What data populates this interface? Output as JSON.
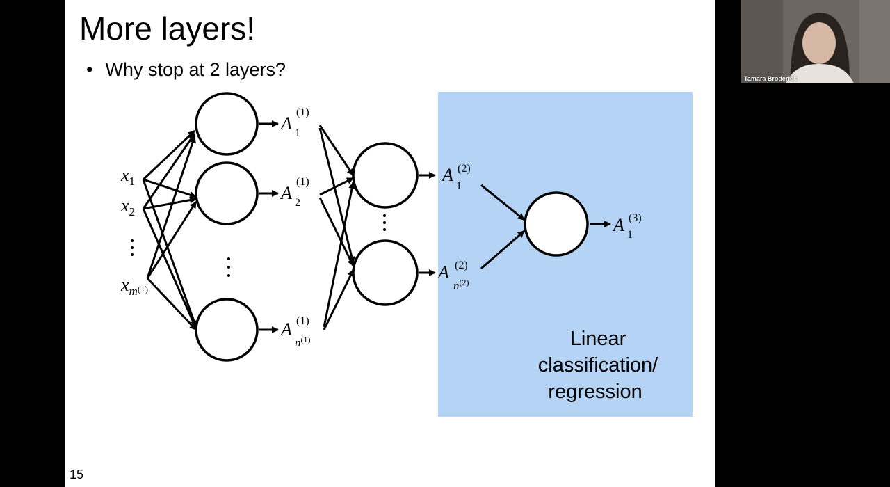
{
  "slide": {
    "title": "More layers!",
    "bullet": "Why stop at 2 layers?",
    "page_number": "15"
  },
  "diagram": {
    "inputs": [
      {
        "base": "x",
        "sub": "1"
      },
      {
        "base": "x",
        "sub": "2"
      },
      {
        "base": "x",
        "sub": "m",
        "subsup": "(1)"
      }
    ],
    "layer1_outputs": [
      {
        "base": "A",
        "sup": "(1)",
        "sub": "1"
      },
      {
        "base": "A",
        "sup": "(1)",
        "sub": "2"
      },
      {
        "base": "A",
        "sup": "(1)",
        "sub": "n",
        "subsup": "(1)"
      }
    ],
    "layer2_outputs": [
      {
        "base": "A",
        "sup": "(2)",
        "sub": "1"
      },
      {
        "base": "A",
        "sup": "(2)",
        "sub": "n",
        "subsup": "(2)"
      }
    ],
    "layer3_output": {
      "base": "A",
      "sup": "(3)",
      "sub": "1"
    },
    "box_label": [
      "Linear",
      "classification/",
      "regression"
    ],
    "colors": {
      "highlight_box": "#b4d3f5"
    }
  },
  "video": {
    "participant_name": "Tamara Broderick"
  }
}
